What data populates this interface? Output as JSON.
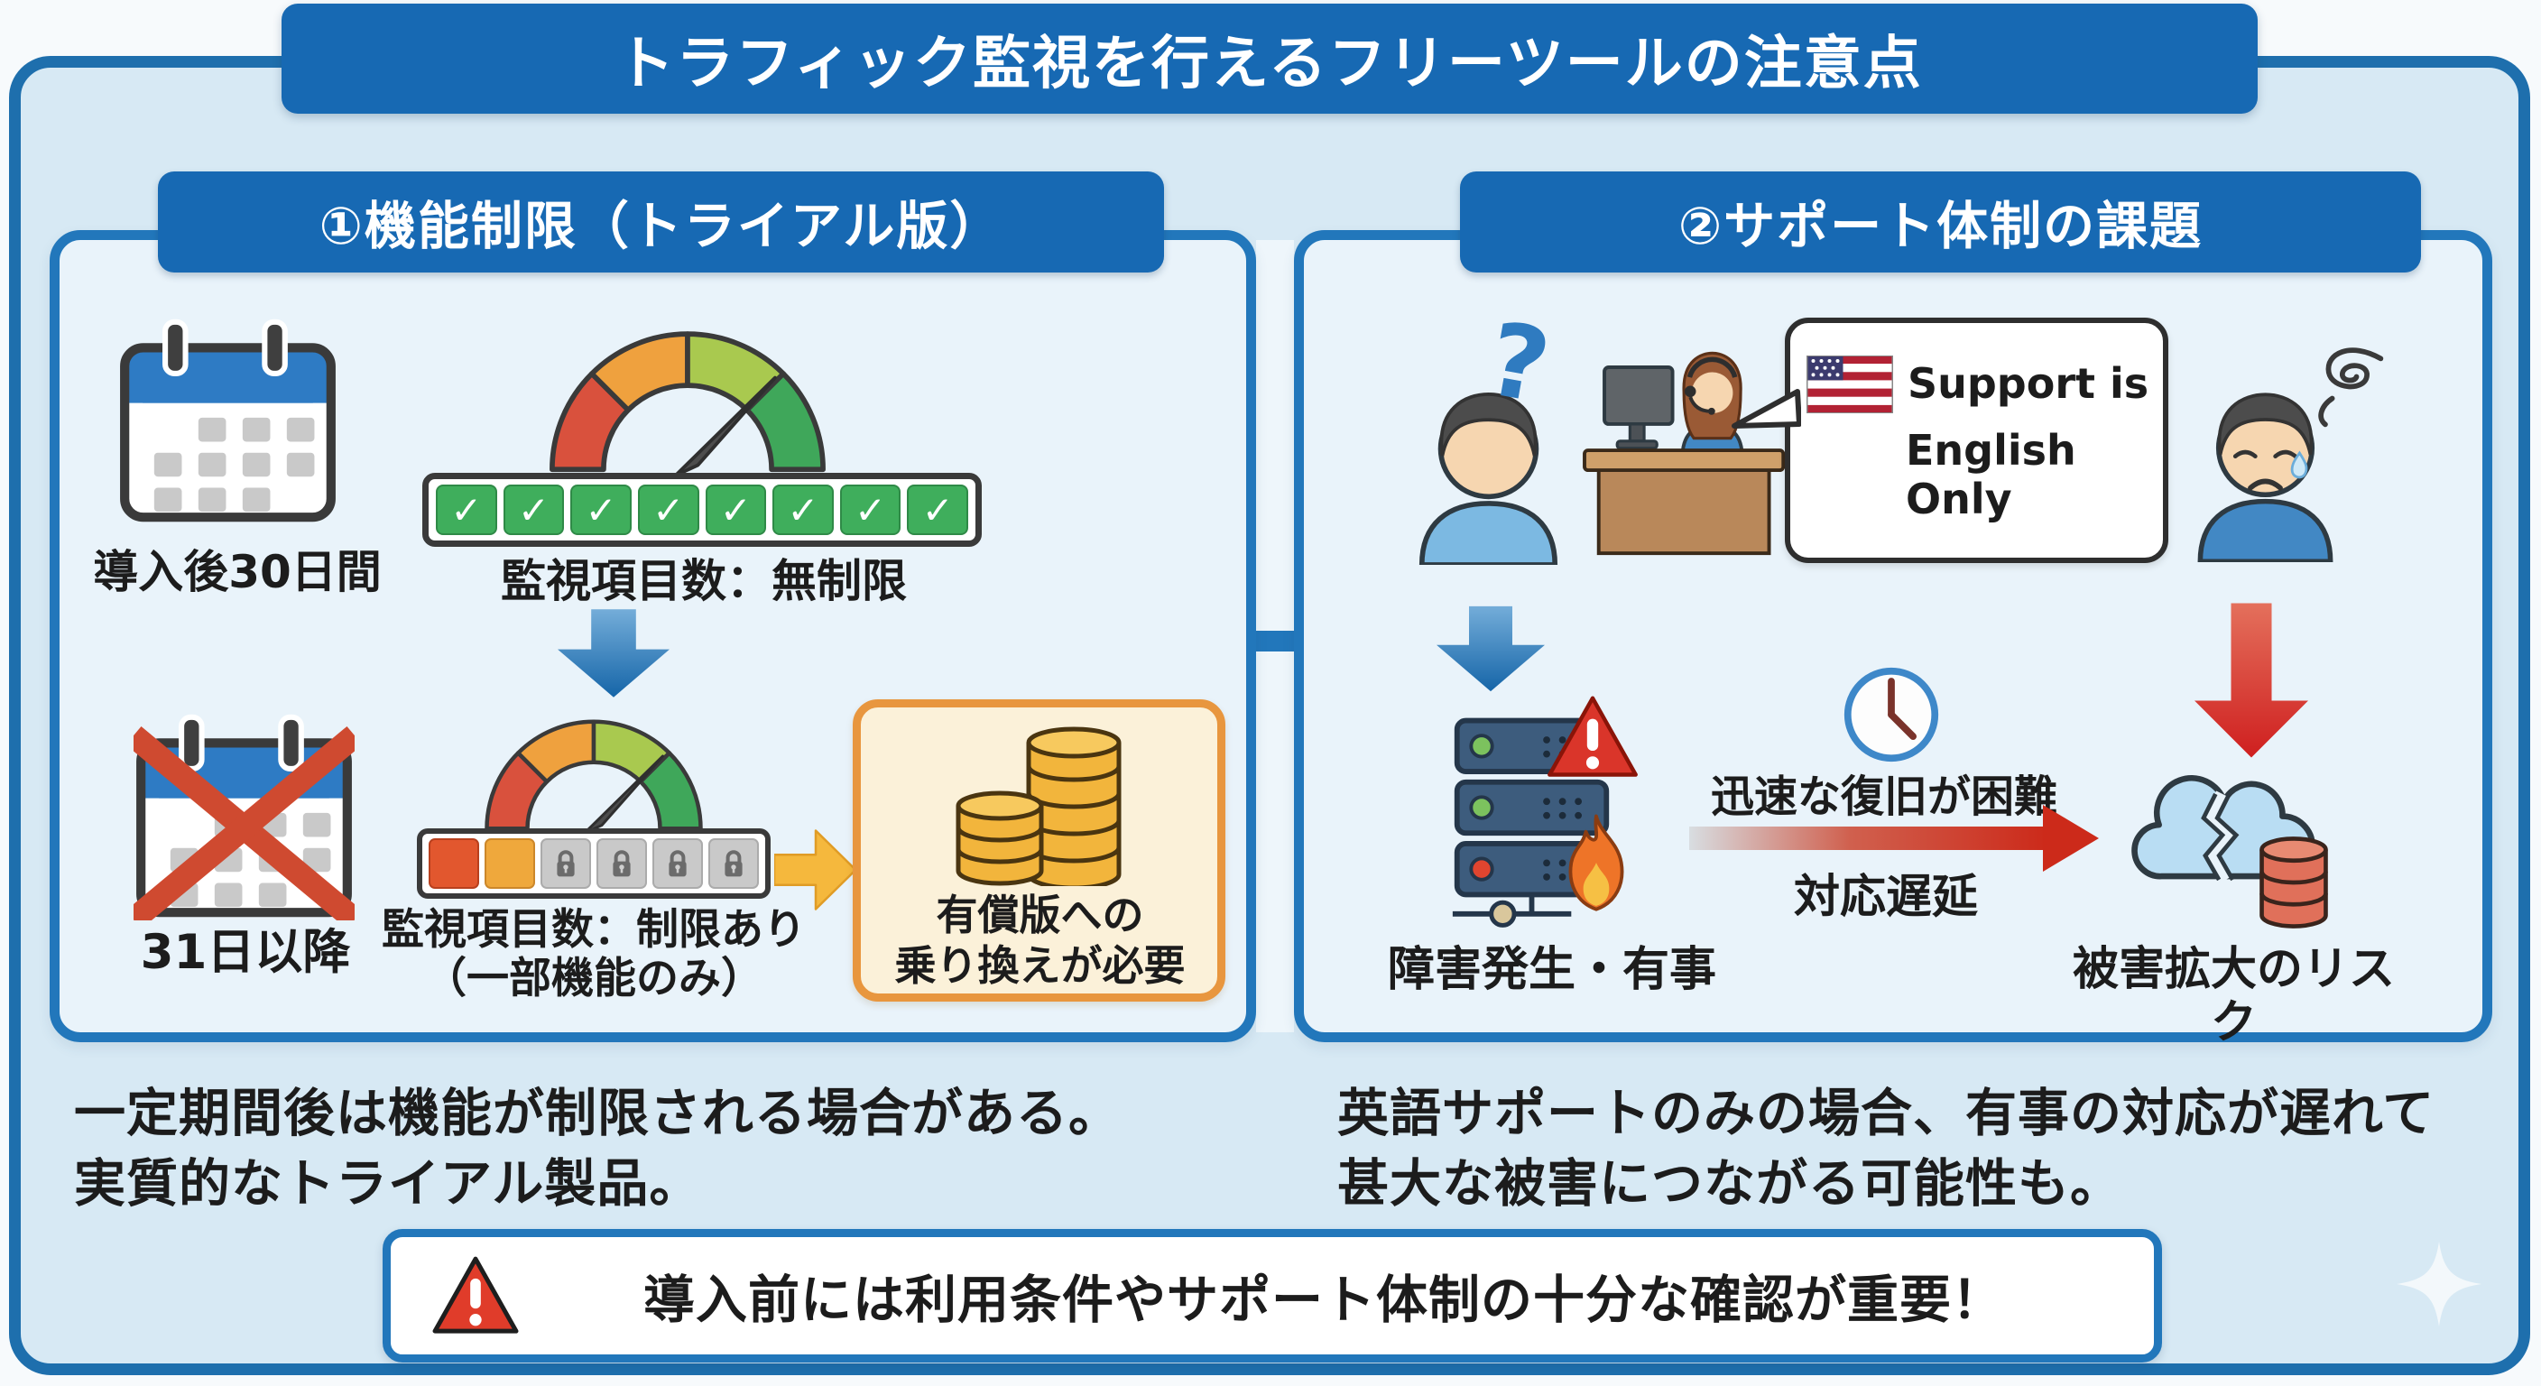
{
  "title": "トラフィック監視を行えるフリーツールの注意点",
  "colors": {
    "banner_blue": "#1769b3",
    "container_border_blue": "#1e6fad",
    "panel_border_blue": "#2277bb",
    "container_bg": "#d7e9f4",
    "panel_bg": "#e9f3fa",
    "paid_box_bg": "#fbf1d9",
    "paid_box_border": "#e8963e",
    "gauge_red": "#d9513d",
    "gauge_orange": "#efa13e",
    "gauge_yellow_green": "#a9c94f",
    "gauge_green": "#3fa75a",
    "check_green": "#3fae5c",
    "lock_gray": "#c9c9c9",
    "warning_red": "#da352a",
    "arrow_blue": "#1b6cab",
    "arrow_yellow": "#f5b83d",
    "arrow_red": "#cc2a1a"
  },
  "panel1": {
    "header": "①機能制限（トライアル版）",
    "trial_period_label": "導入後30日間",
    "unlimited_label": "監視項目数：無制限",
    "expired_label": "31日以降",
    "limited_label_line1": "監視項目数：制限あり",
    "limited_label_line2": "（一部機能のみ）",
    "paid_box_line1": "有償版への",
    "paid_box_line2": "乗り換えが必要",
    "checkmark_glyph": "✓",
    "summary_line1": "一定期間後は機能が制限される場合がある。",
    "summary_line2": "実質的なトライアル製品。"
  },
  "panel2": {
    "header": "②サポート体制の課題",
    "question_glyph": "?",
    "bubble_line1": "Support is",
    "bubble_line2": "English Only",
    "incident_label": "障害発生・有事",
    "recovery_label": "迅速な復旧が困難",
    "delay_label": "対応遅延",
    "risk_label": "被害拡大のリスク",
    "summary_line1": "英語サポートのみの場合、有事の対応が遅れて",
    "summary_line2": "甚大な被害につながる可能性も。"
  },
  "footer": {
    "warning_text": "導入前には利用条件やサポート体制の十分な確認が重要！"
  }
}
